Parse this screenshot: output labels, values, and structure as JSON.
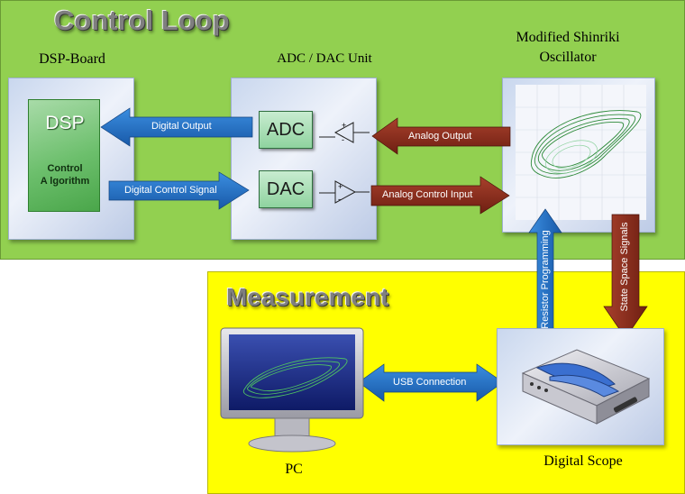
{
  "sections": {
    "control_loop": "Control Loop",
    "measurement": "Measurement"
  },
  "blocks": {
    "dsp_board": "DSP-Board",
    "adc_dac_unit": "ADC / DAC Unit",
    "oscillator": "Modified Shinriki\nOscillator",
    "pc": "PC",
    "digital_scope": "Digital Scope"
  },
  "dsp": {
    "title": "DSP",
    "algorithm_line1": "Control",
    "algorithm_line2": "A lgorithm"
  },
  "converters": {
    "adc": "ADC",
    "dac": "DAC"
  },
  "arrows": {
    "digital_output": "Digital Output",
    "digital_control_signal": "Digital Control Signal",
    "analog_output": "Analog Output",
    "analog_control_input": "Analog Control Input",
    "usb_connection": "USB Connection",
    "resistor_programming": "Resistor Programming",
    "state_space_signals": "State Space Signals"
  },
  "colors": {
    "control_panel": "#92d050",
    "measure_panel": "#ffff00",
    "blue_arrow": "#1f6fc6",
    "red_arrow": "#8b2a1c"
  }
}
